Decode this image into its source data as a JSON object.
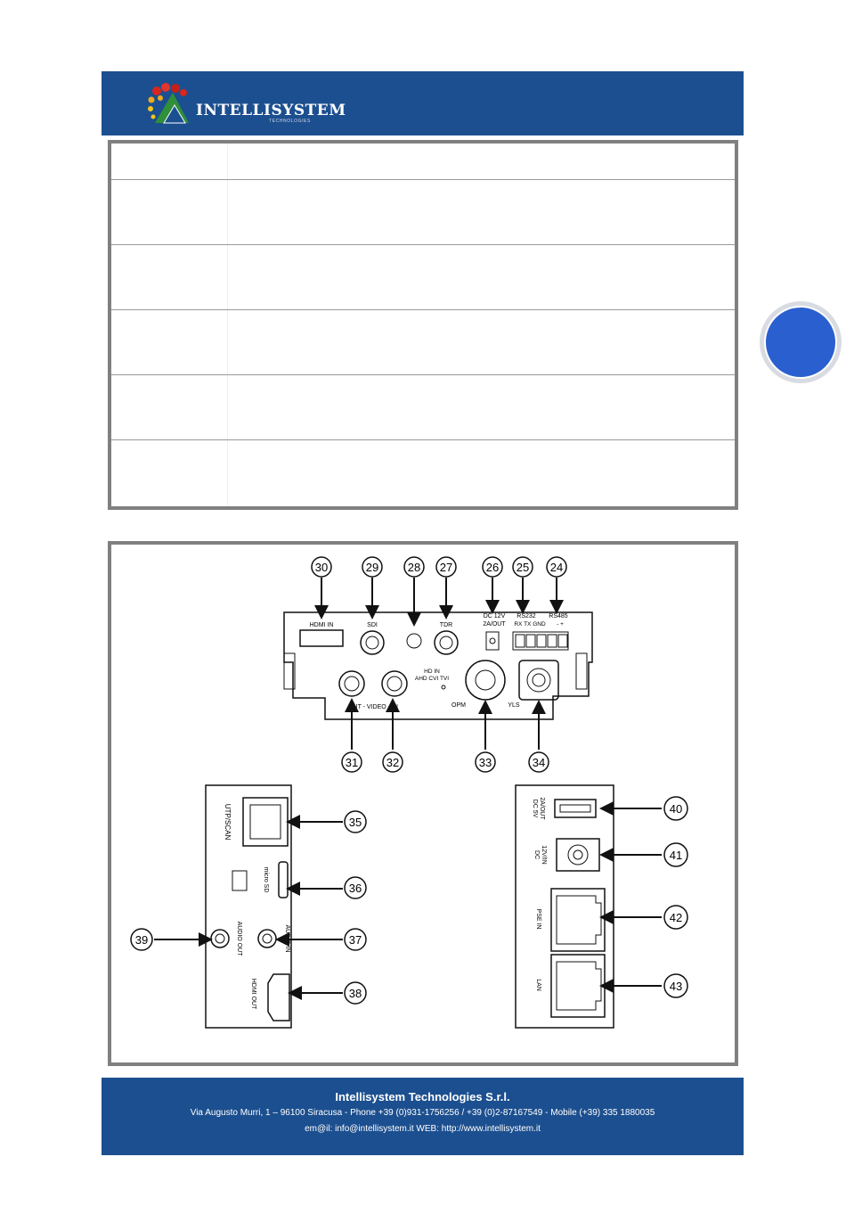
{
  "header": {
    "logo_text": "INTELLISYSTEM",
    "logo_sub": "TECHNOLOGIES"
  },
  "diagram": {
    "callouts": [
      "30",
      "29",
      "28",
      "27",
      "26",
      "25",
      "24",
      "31",
      "32",
      "33",
      "34",
      "35",
      "36",
      "37",
      "38",
      "39",
      "40",
      "41",
      "42",
      "43"
    ],
    "labels": {
      "hdmi_in": "HDMI IN",
      "sdi": "SDI",
      "tdr": "TDR",
      "dc12v": "DC 12V",
      "out2a": "2A/OUT",
      "rs232": "RS232",
      "rs485": "RS485",
      "rxtxgnd": "RX TX GND",
      "plusminus": "-  +",
      "hdin": "HD IN",
      "ahd": "AHD CVI TVI",
      "outvideoin": "OUT - VIDEO - IN",
      "opm": "OPM",
      "yls": "YLS",
      "utpscan": "UTP/SCAN",
      "microsd": "micro SD",
      "audioin": "AUDIO IN",
      "audioout": "AUDIO OUT",
      "hdmiout": "HDMI OUT",
      "dc5v": "DC 5V",
      "out2a_b": "2A/OUT",
      "dc": "DC",
      "in12v": "12V/IN",
      "psein": "PSE IN",
      "lan": "LAN"
    }
  },
  "footer": {
    "company": "Intellisystem Technologies S.r.l.",
    "address": "Via Augusto Murri, 1 – 96100 Siracusa - Phone +39 (0)931-1756256 / +39 (0)2-87167549 - Mobile (+39) 335 1880035",
    "contact": "em@il: info@intellisystem.it WEB: http://www.intellisystem.it"
  },
  "colors": {
    "brand_blue": "#1c4f8f",
    "badge_blue": "#2a5fcf",
    "border_gray": "#808080"
  }
}
